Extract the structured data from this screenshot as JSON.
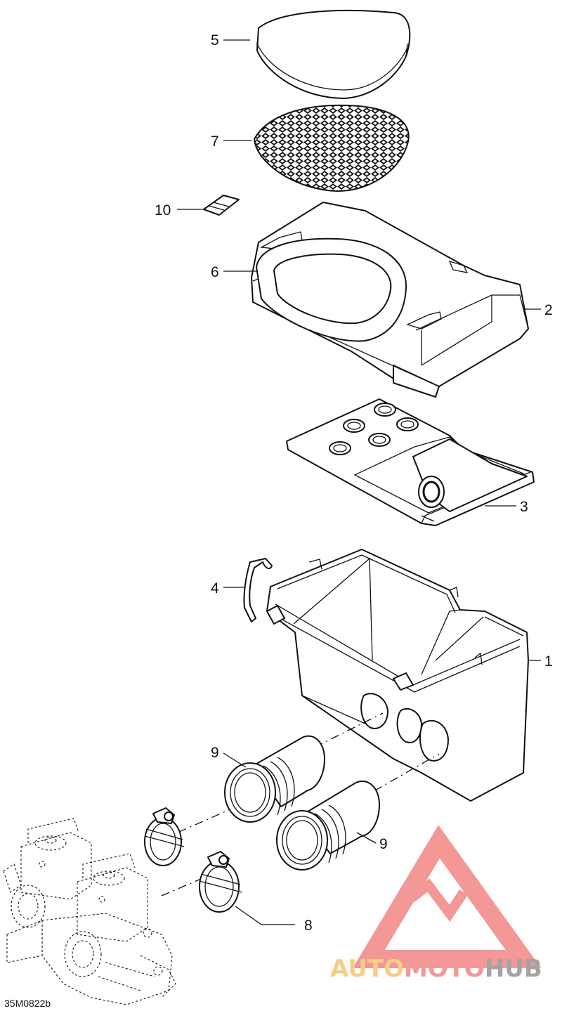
{
  "diagram": {
    "callouts": [
      {
        "id": "5",
        "label": "5"
      },
      {
        "id": "7",
        "label": "7"
      },
      {
        "id": "10",
        "label": "10"
      },
      {
        "id": "6",
        "label": "6"
      },
      {
        "id": "2",
        "label": "2"
      },
      {
        "id": "3",
        "label": "3"
      },
      {
        "id": "4",
        "label": "4"
      },
      {
        "id": "1",
        "label": "1"
      },
      {
        "id": "9a",
        "label": "9"
      },
      {
        "id": "9b",
        "label": "9"
      },
      {
        "id": "8",
        "label": "8"
      }
    ],
    "drawing_code": "35M0822b"
  },
  "watermark": {
    "brand_part1": "AUTO",
    "brand_part2": "MOTO",
    "brand_part3": "HUB",
    "colors": {
      "auto": "#f6c87a",
      "moto": "#f28c8c",
      "hub": "#9a9a9a",
      "logo": "#f28c8c"
    }
  }
}
